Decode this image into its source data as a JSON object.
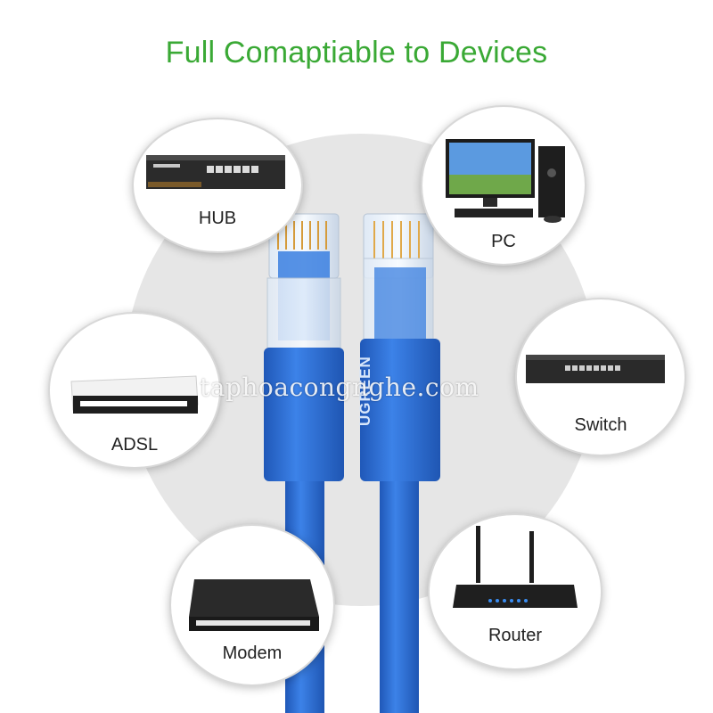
{
  "title": "Full Comaptiable to Devices",
  "devices": {
    "hub": "HUB",
    "pc": "PC",
    "adsl": "ADSL",
    "switch": "Switch",
    "modem": "Modem",
    "router": "Router"
  },
  "cable_brand": "UGREEN",
  "watermark": "taphoacongnghe.com",
  "colors": {
    "title": "#3aa935",
    "cable": "#2f6fd6",
    "background_circle": "#e6e6e6"
  }
}
